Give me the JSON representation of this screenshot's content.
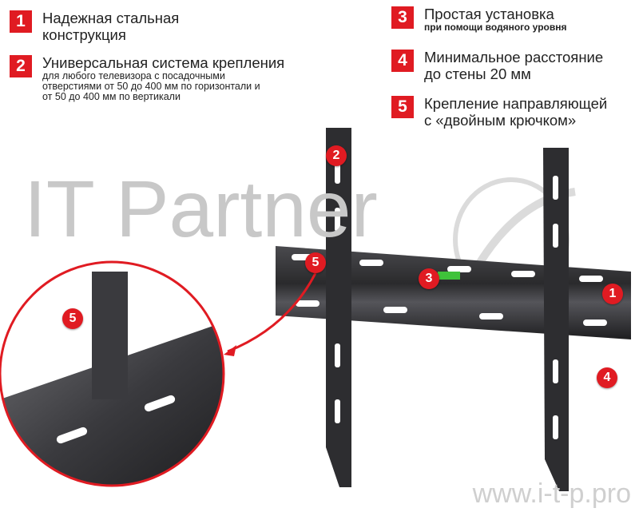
{
  "features": [
    {
      "num": "1",
      "title_lines": [
        "Надежная стальная",
        "конструкция"
      ],
      "sub_lines": []
    },
    {
      "num": "2",
      "title_lines": [
        "Универсальная система крепления"
      ],
      "sub_lines": [
        "для любого телевизора с посадочными",
        "отверстиями от 50 до 400 мм по горизонтали и",
        "от 50 до 400 мм  по вертикали"
      ]
    },
    {
      "num": "3",
      "title_lines": [
        "Простая установка"
      ],
      "sub_lines": [
        "при помощи водяного уровня"
      ]
    },
    {
      "num": "4",
      "title_lines": [
        "Минимальное расстояние",
        "до стены 20 мм"
      ],
      "sub_lines": []
    },
    {
      "num": "5",
      "title_lines": [
        "Крепление направляющей",
        "с «двойным крючком»"
      ],
      "sub_lines": []
    }
  ],
  "callouts": {
    "one": "1",
    "two": "2",
    "three": "3",
    "four": "4",
    "five": "5",
    "five_zoom": "5"
  },
  "watermark": "IT Partner",
  "site": "www.i-t-p.pro",
  "colors": {
    "accent": "#e01b22",
    "metal": "#2b2b2d",
    "level": "#3fc23a"
  }
}
